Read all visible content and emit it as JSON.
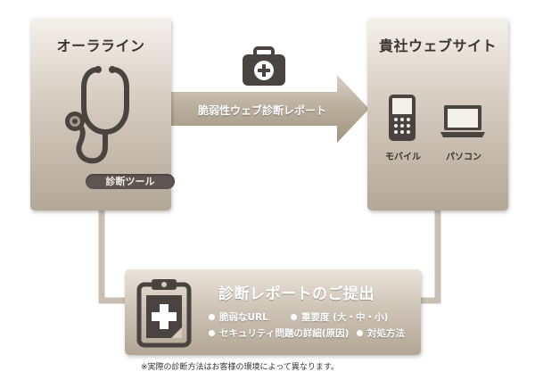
{
  "left_panel": {
    "title": "オーラライン",
    "tool_label": "診断ツール"
  },
  "right_panel": {
    "title": "貴社ウェブサイト",
    "mobile_label": "モバイル",
    "pc_label": "パソコン"
  },
  "arrow": {
    "label": "脆弱性ウェブ診断レポート"
  },
  "report": {
    "title": "診断レポートのご提出",
    "items": [
      "脆弱なURL",
      "重要度 (大・中・小)",
      "セキュリティ問題の詳細(原因)",
      "対処方法"
    ]
  },
  "footnote": "※実際の診断方法はお客様の環境によって異なります。",
  "icons": {
    "stethoscope": "stethoscope-icon",
    "medical_bag": "medical-bag-icon",
    "mobile": "mobile-phone-icon",
    "laptop": "laptop-icon",
    "clipboard": "medical-clipboard-icon"
  },
  "colors": {
    "panel_dark": "#b3a796",
    "panel_light": "#f4f1ec",
    "icon_dark": "#4a4440",
    "connector": "#c9bfb2"
  }
}
